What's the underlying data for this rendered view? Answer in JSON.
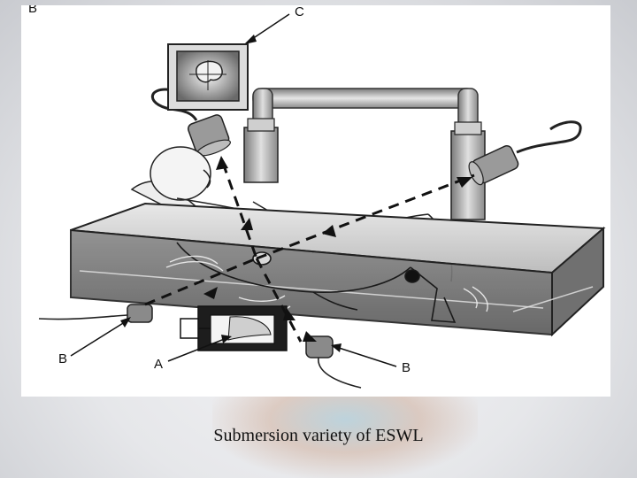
{
  "figure": {
    "labels": {
      "top_left": "B",
      "monitor": "C",
      "source": "A",
      "left_probe": "B",
      "right_probe": "B"
    }
  },
  "caption": "Submersion variety of ESWL"
}
